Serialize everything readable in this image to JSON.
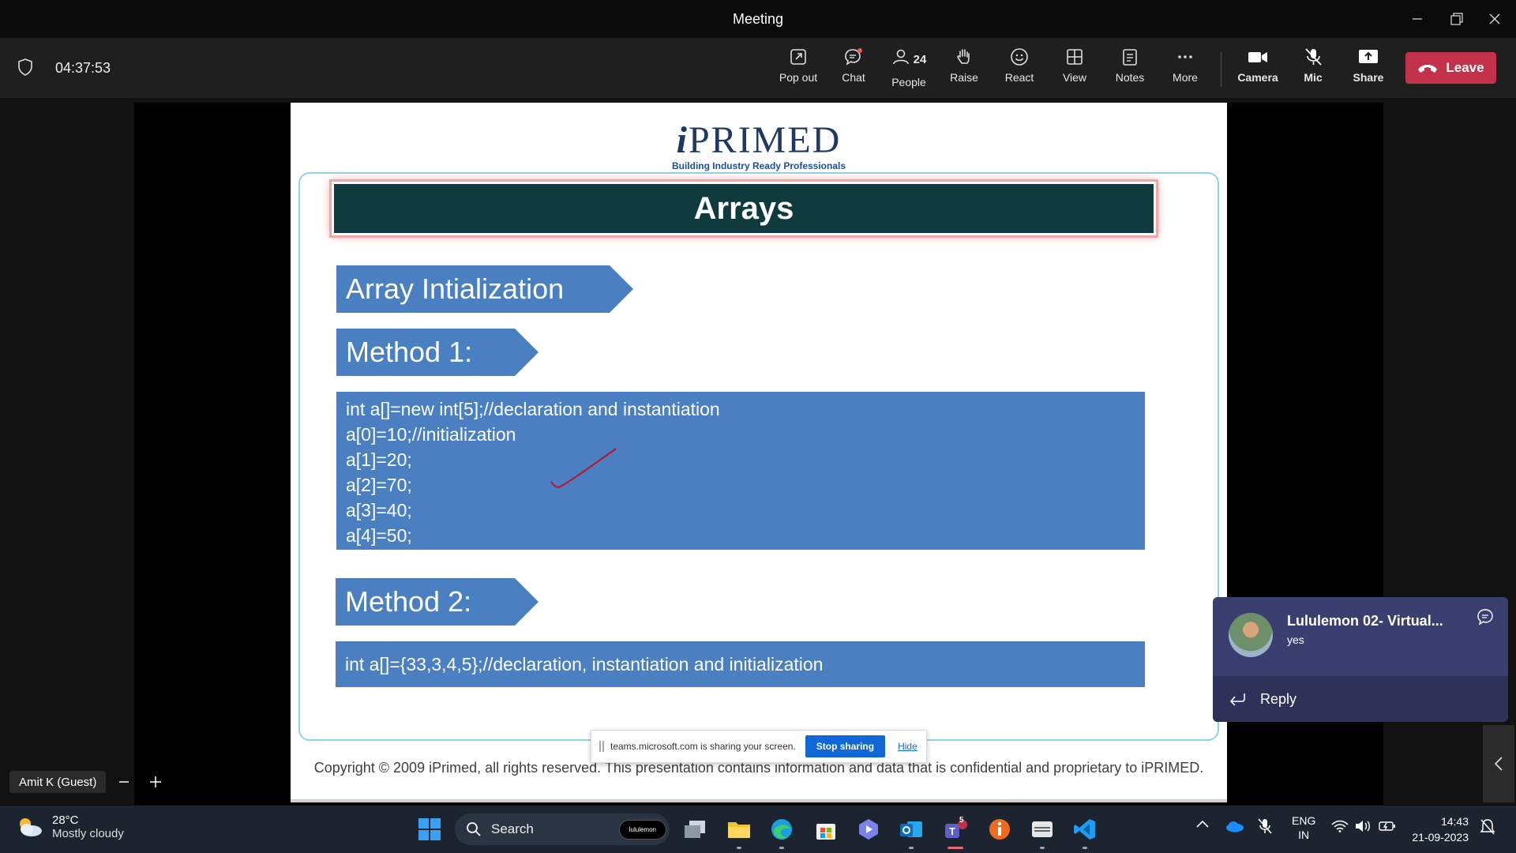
{
  "window": {
    "title": "Meeting"
  },
  "toolbar": {
    "timer": "04:37:53",
    "popout": "Pop out",
    "chat": "Chat",
    "people": "People",
    "people_count": "24",
    "raise": "Raise",
    "react": "React",
    "view": "View",
    "notes": "Notes",
    "more": "More",
    "camera": "Camera",
    "mic": "Mic",
    "share": "Share",
    "leave": "Leave"
  },
  "slide": {
    "brand_i": "i",
    "brand_rest": "PRIMED",
    "tagline": "Building Industry Ready Professionals",
    "title": "Arrays",
    "heading": "Array Intialization",
    "method1": "Method 1:",
    "method1_code": [
      "int a[]=new int[5];//declaration and instantiation",
      "a[0]=10;//initialization",
      "a[1]=20;",
      "a[2]=70;",
      "a[3]=40;",
      "a[4]=50;"
    ],
    "method2": "Method 2:",
    "method2_code": "int a[]={33,3,4,5};//declaration, instantiation and initialization",
    "copyright": "Copyright © 2009 iPrimed, all rights reserved. This presentation contains information  and data  that is confidential and proprietary to iPRIMED."
  },
  "sharebar": {
    "text": "teams.microsoft.com is sharing your screen.",
    "stop": "Stop sharing",
    "hide": "Hide"
  },
  "participant": {
    "name": "Amit K (Guest)"
  },
  "toast": {
    "sender": "Lululemon 02- Virtual...",
    "message": "yes",
    "reply": "Reply"
  },
  "taskbar": {
    "temperature": "28°C",
    "condition": "Mostly cloudy",
    "search": "Search",
    "search_pill": "lululemon",
    "teams_badge": "5",
    "lang1": "ENG",
    "lang2": "IN",
    "time": "14:43",
    "date": "21-09-2023"
  },
  "colors": {
    "leave": "#c4314b",
    "slide_blue": "#4a80c2",
    "title_bg": "#0f3a3e",
    "toast_bg": "#3b3f70"
  }
}
